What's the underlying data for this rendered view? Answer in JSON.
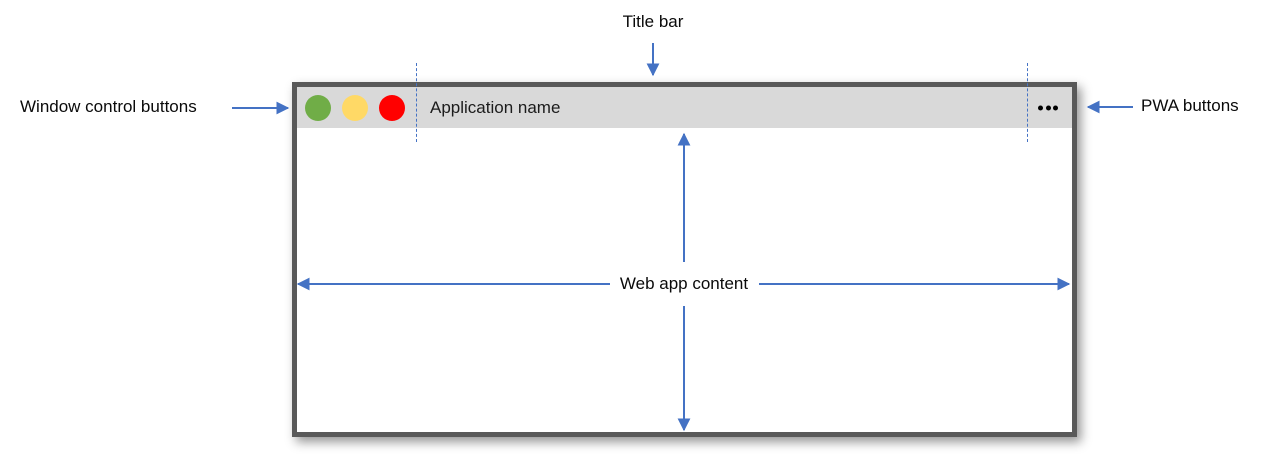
{
  "window": {
    "app_name": "Application name",
    "control_buttons": [
      "green",
      "yellow",
      "red"
    ],
    "pwa_menu_icon": "three-dots-icon"
  },
  "annotations": {
    "title_bar": "Title bar",
    "window_control_buttons": "Window control buttons",
    "pwa_buttons": "PWA buttons",
    "web_app_content": "Web app content"
  },
  "colors": {
    "control_green": "#70ad47",
    "control_yellow": "#ffd966",
    "control_red": "#ff0000",
    "arrow_blue": "#4472c4",
    "window_border": "#595959",
    "title_bar_bg": "#d9d9d9"
  }
}
